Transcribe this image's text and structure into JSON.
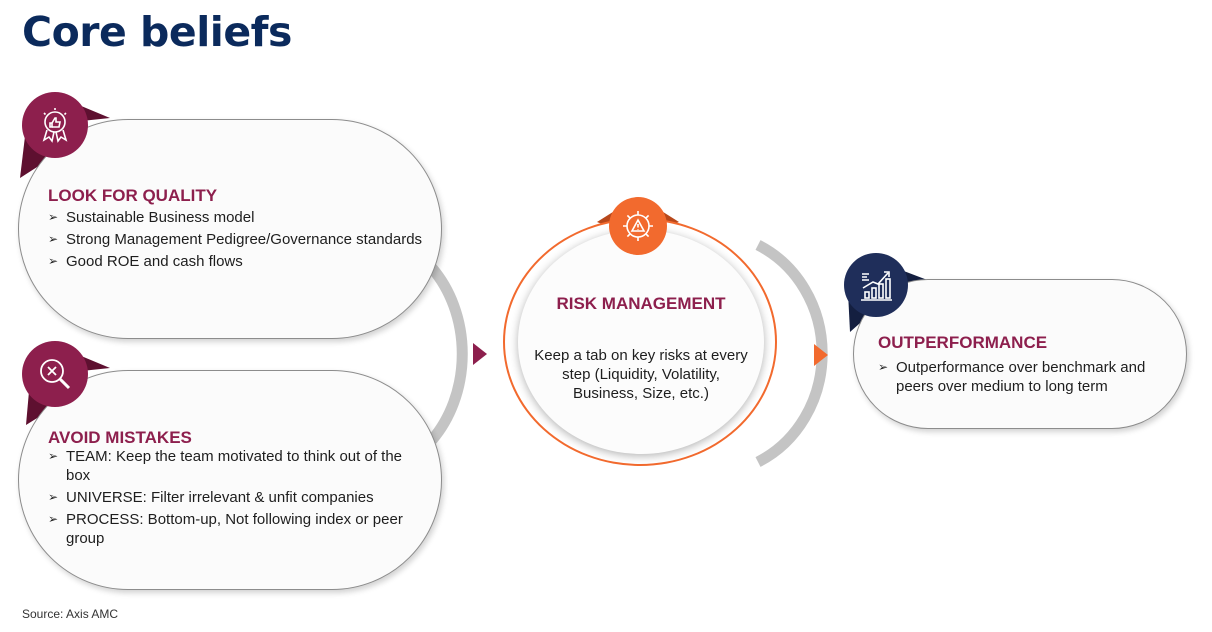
{
  "title": "Core beliefs",
  "quality": {
    "heading": "LOOK FOR QUALITY",
    "items": [
      "Sustainable Business model",
      "Strong Management Pedigree/Governance standards",
      "Good ROE and cash flows"
    ],
    "icon": "award-thumbs-up-icon"
  },
  "mistakes": {
    "heading": "AVOID MISTAKES",
    "items": [
      "TEAM: Keep the team motivated to think out of the box",
      "UNIVERSE: Filter irrelevant & unfit companies",
      "PROCESS: Bottom-up, Not following index or peer group"
    ],
    "icon": "magnifier-x-icon"
  },
  "risk": {
    "heading": "RISK MANAGEMENT",
    "text": "Keep a tab on key risks at every step (Liquidity, Volatility, Business, Size, etc.)",
    "icon": "gear-warning-icon"
  },
  "outperformance": {
    "heading": "OUTPERFORMANCE",
    "items": [
      "Outperformance over benchmark and peers over medium to long term"
    ],
    "icon": "growth-chart-icon"
  },
  "source": "Source: Axis AMC",
  "colors": {
    "maroon": "#8d1f4d",
    "orange": "#f26a2e",
    "navy": "#1f2e5a",
    "title_navy": "#0b2a5c",
    "connector_grey": "#c4c4c4"
  }
}
